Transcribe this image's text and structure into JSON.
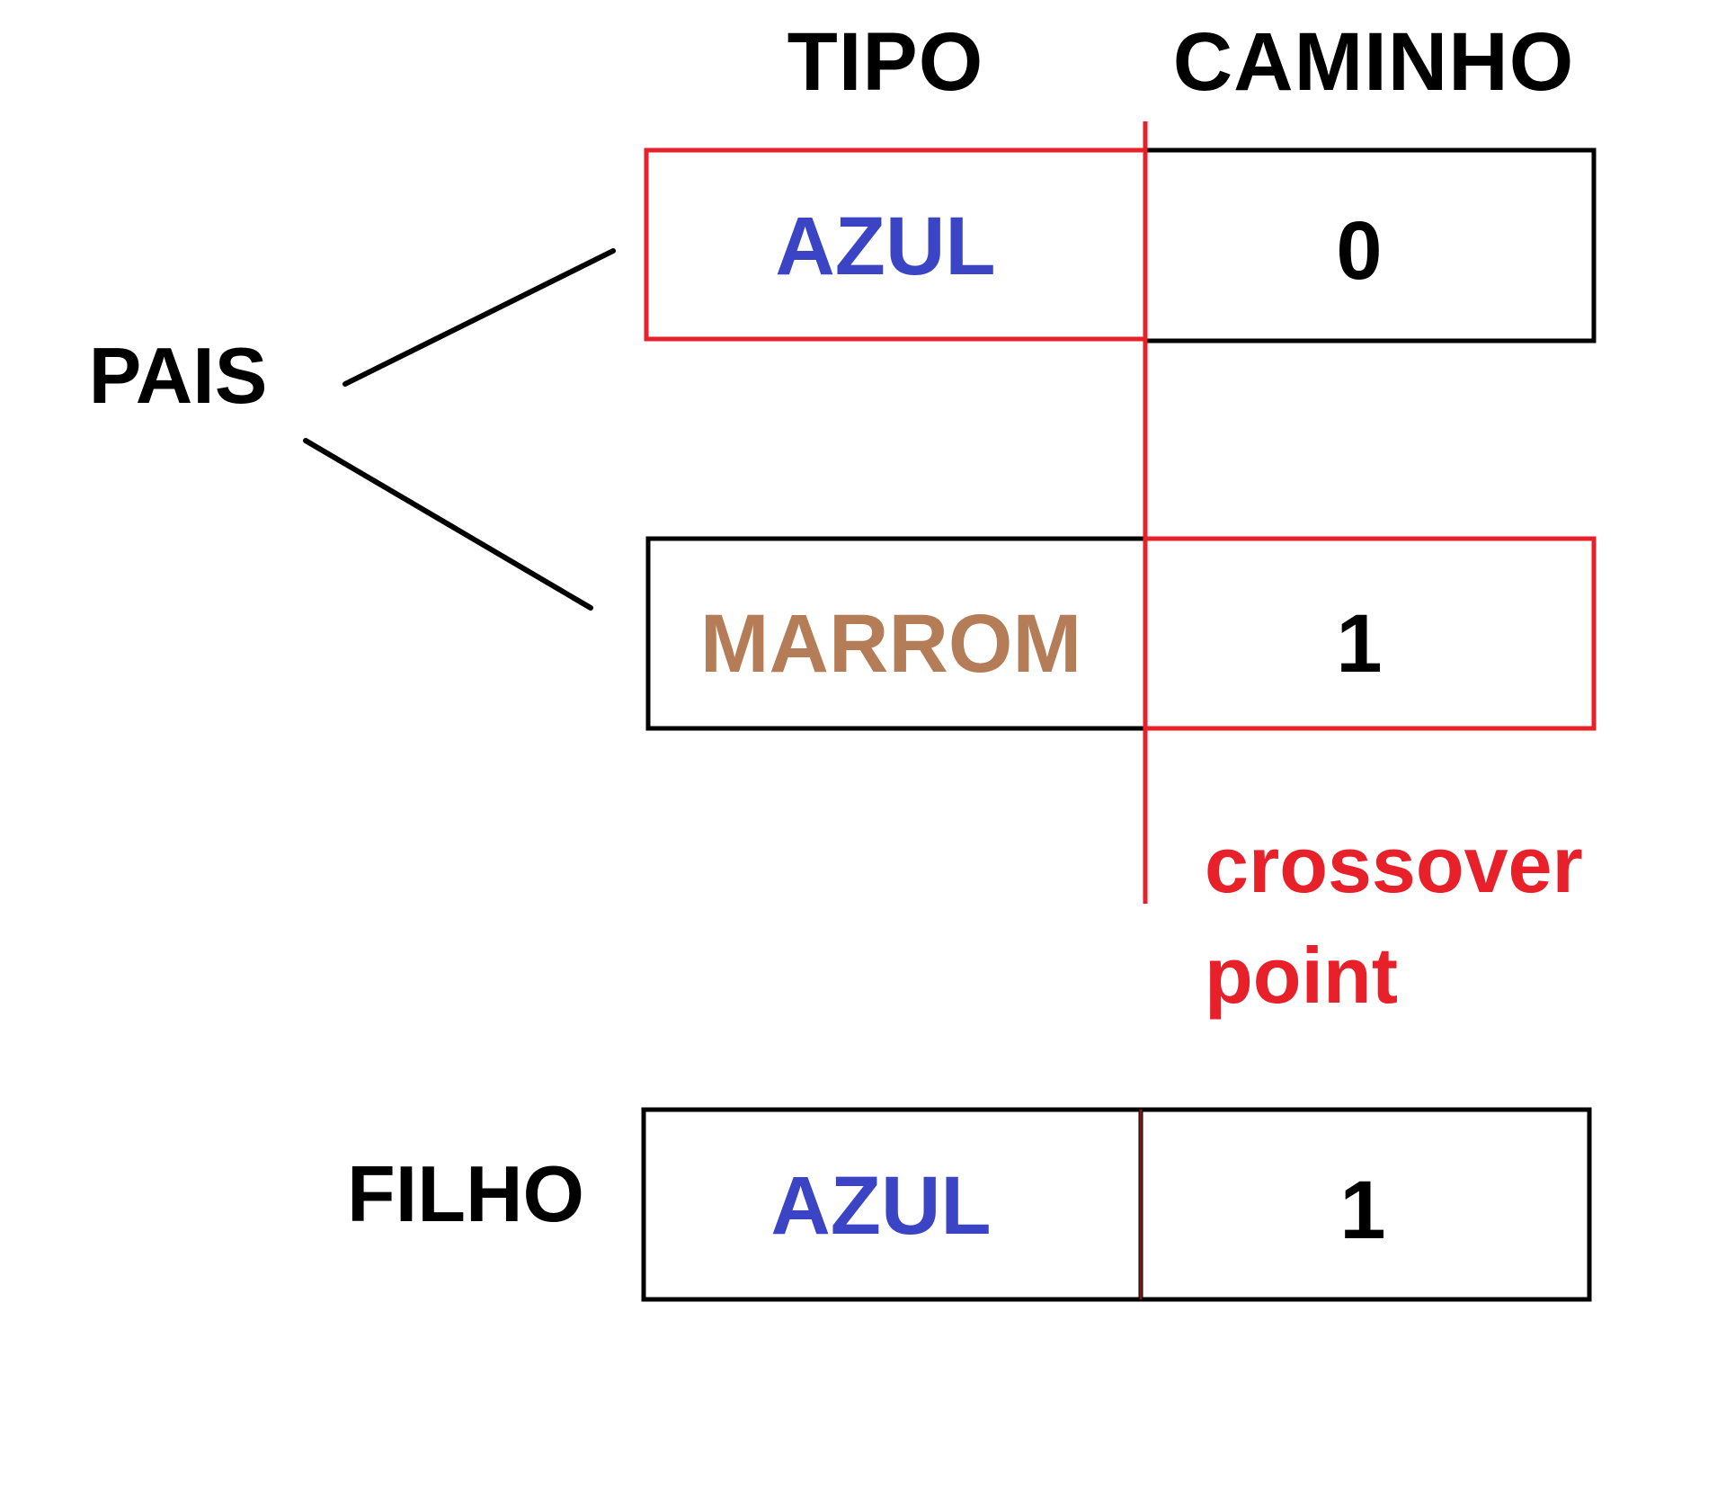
{
  "headers": {
    "type": "TIPO",
    "path": "CAMINHO"
  },
  "labels": {
    "parents": "PAIS",
    "child": "FILHO"
  },
  "parent1": {
    "type": "AZUL",
    "path": "0"
  },
  "parent2": {
    "type": "MARROM",
    "path": "1"
  },
  "child": {
    "type": "AZUL",
    "path": "1"
  },
  "crossover": {
    "line1": "crossover",
    "line2": "point"
  },
  "colors": {
    "blue": "#3b44c4",
    "brown": "#b57d57",
    "red": "#e8202a",
    "black": "#000000"
  }
}
